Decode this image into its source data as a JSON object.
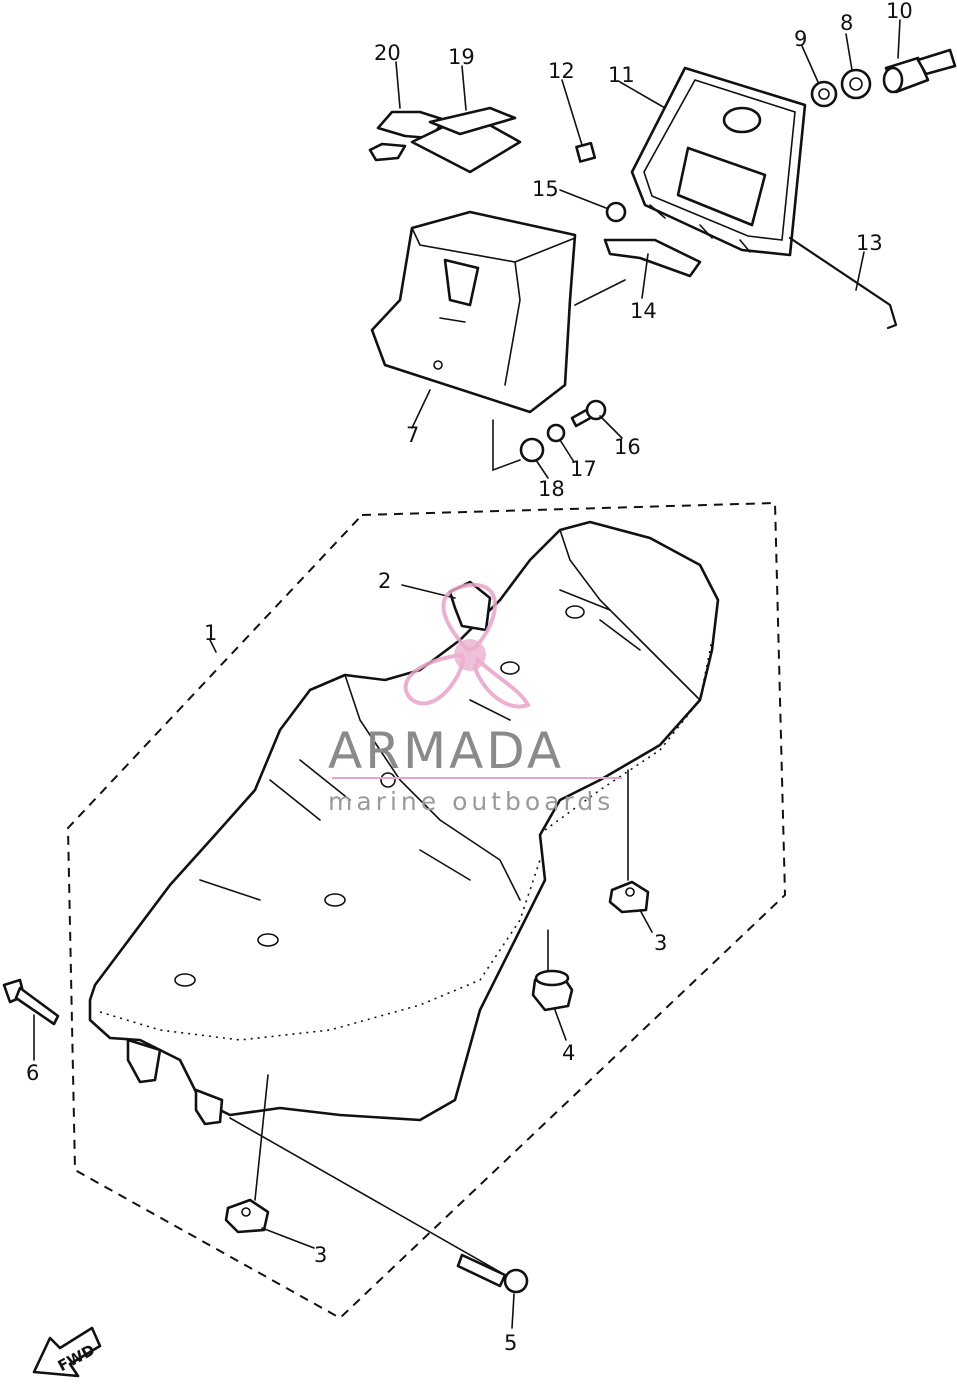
{
  "labels": {
    "p1": "1",
    "p2": "2",
    "p3a": "3",
    "p3b": "3",
    "p4": "4",
    "p5": "5",
    "p6": "6",
    "p7": "7",
    "p8": "8",
    "p9": "9",
    "p10": "10",
    "p11": "11",
    "p12": "12",
    "p13": "13",
    "p14": "14",
    "p15": "15",
    "p16": "16",
    "p17": "17",
    "p18": "18",
    "p19": "19",
    "p20": "20"
  },
  "watermark": {
    "title": "ARMADA",
    "subtitle": "marine outboards"
  },
  "direction": {
    "text": "FWD"
  },
  "colors": {
    "line": "#111111",
    "watermark_text": "#8a8a8a",
    "watermark_logo": "#e9a3c9"
  }
}
